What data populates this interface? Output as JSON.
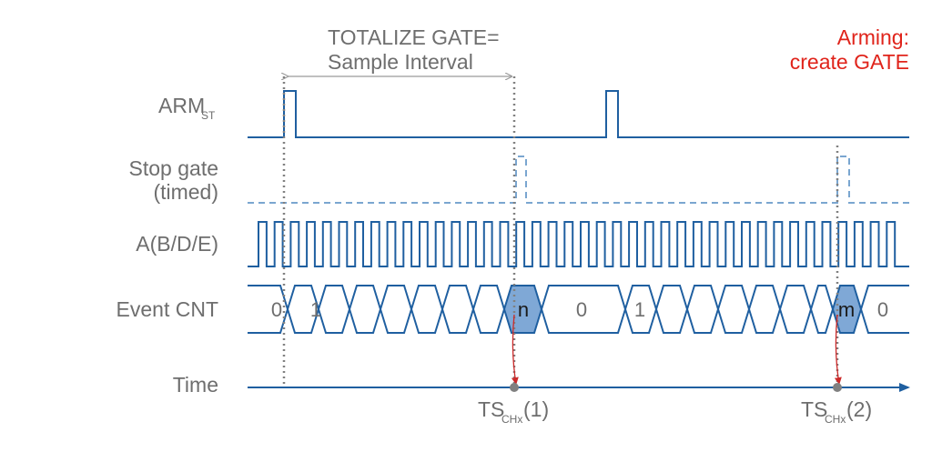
{
  "annotation": {
    "gate_line1": "TOTALIZE GATE=",
    "gate_line2": "Sample Interval",
    "arming_line1": "Arming:",
    "arming_line2": "create GATE"
  },
  "rows": {
    "arm_label": "ARM",
    "arm_sub": "ST",
    "stop_label_line1": "Stop gate",
    "stop_label_line2": "(timed)",
    "clock_label": "A(B/D/E)",
    "event_label": "Event CNT",
    "time_label": "Time"
  },
  "event_values": {
    "first_zero": "0",
    "first_one": "1",
    "n": "n",
    "second_zero": "0",
    "second_one": "1",
    "m": "m",
    "third_zero": "0"
  },
  "timestamps": {
    "ts1_main": "TS",
    "ts1_sub": "CHx",
    "ts1_suffix": "(1)",
    "ts2_main": "TS",
    "ts2_sub": "CHx",
    "ts2_suffix": "(2)"
  },
  "colors": {
    "signal": "#1f5fa0",
    "dashed": "#7aa6d0",
    "highlight": "#7fa8d6",
    "guide": "#808080",
    "arrow_red": "#cc2a2a",
    "text": "#6e6e6e",
    "accent_red": "#e0241b"
  }
}
